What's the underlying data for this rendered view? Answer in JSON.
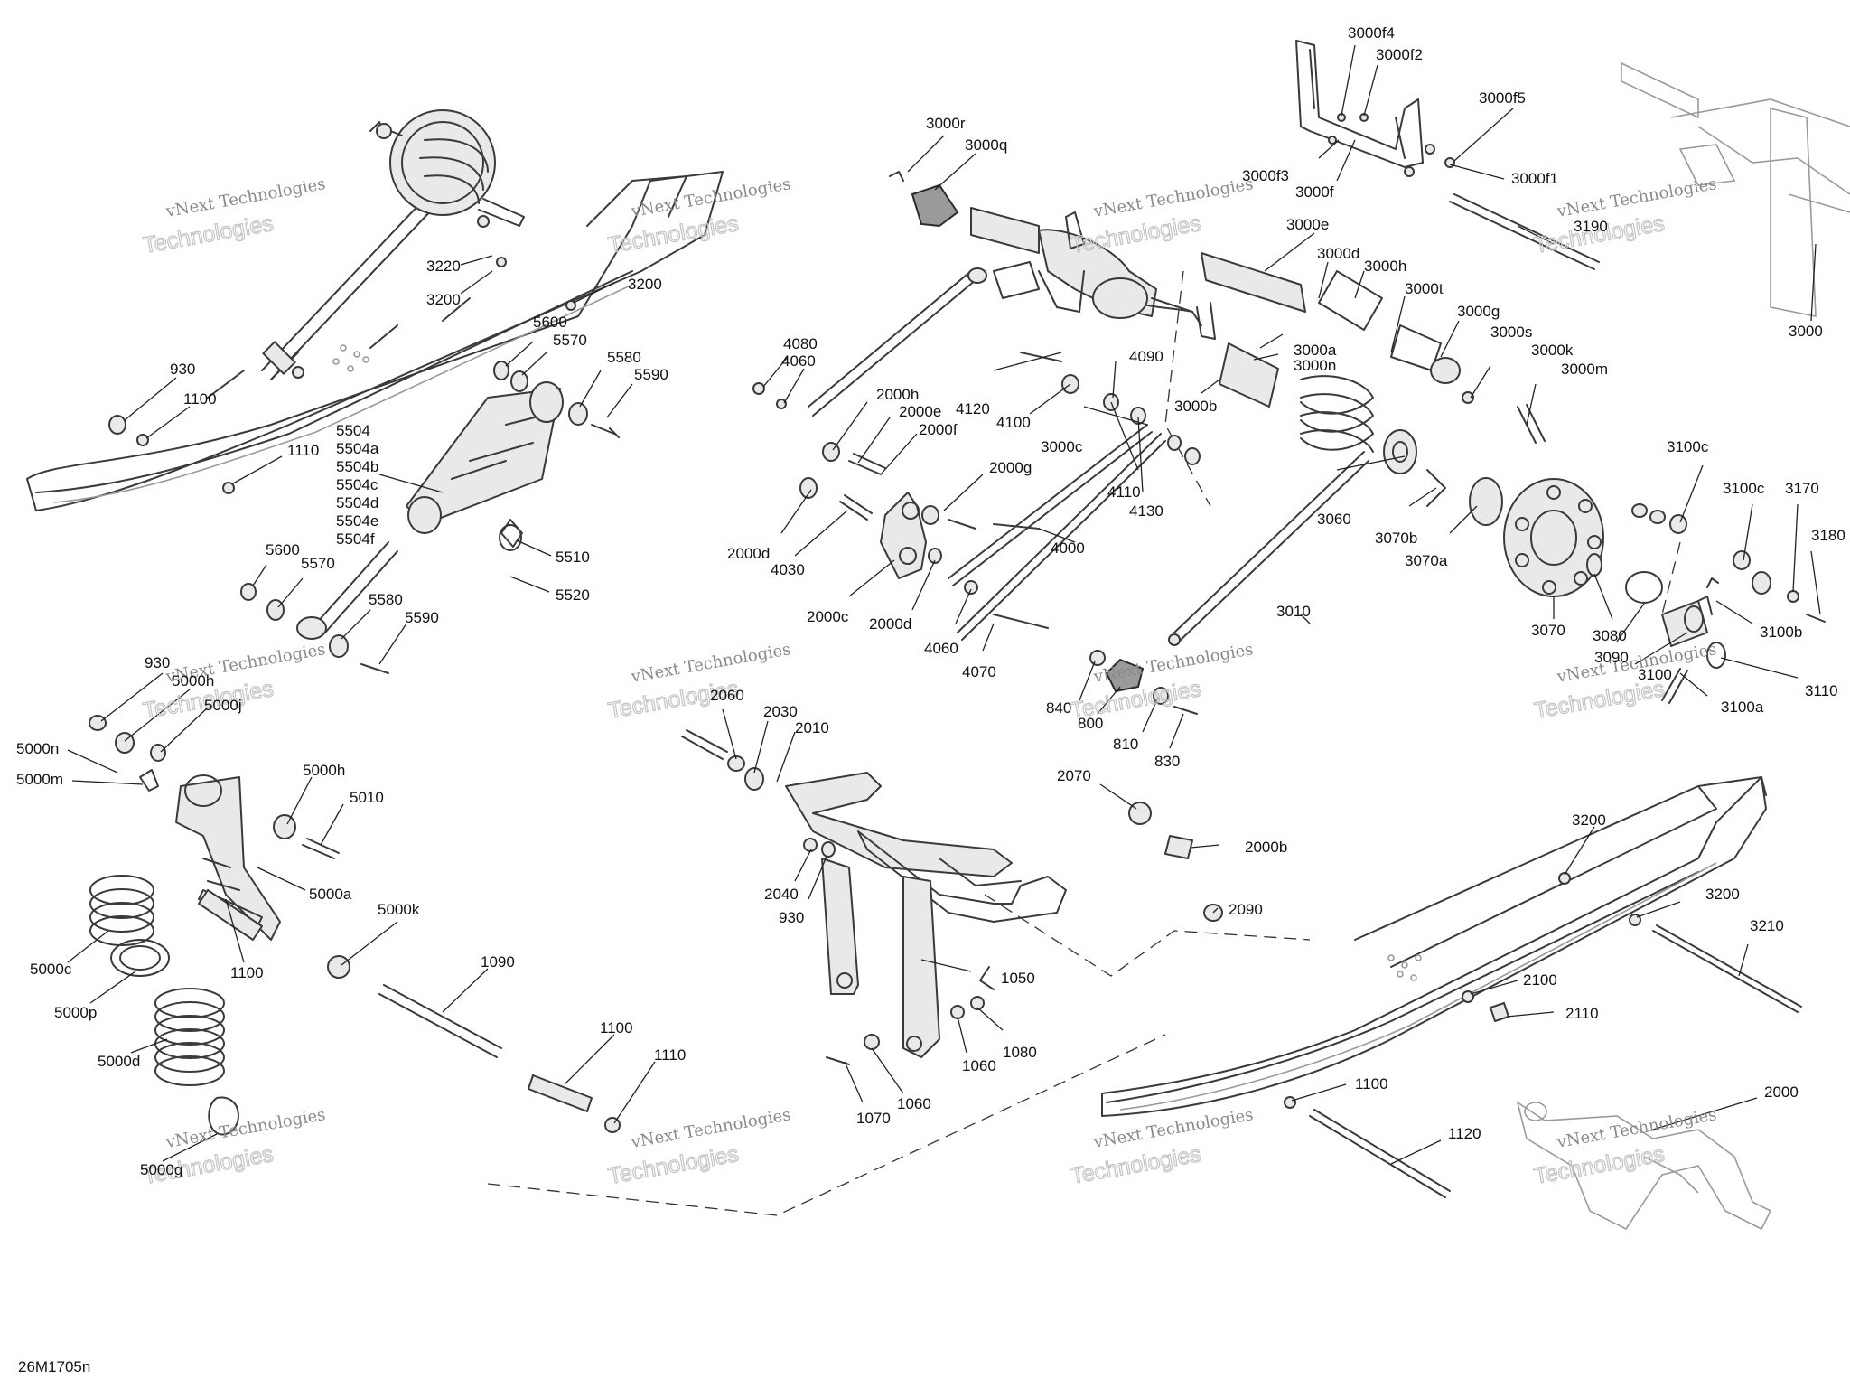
{
  "diagram": {
    "reference": "26M1705n",
    "watermark": {
      "line1": "vNext Technologies",
      "line2": "Technologies"
    },
    "callouts": [
      "3220",
      "3200",
      "3200",
      "930",
      "1100",
      "1110",
      "5600",
      "5570",
      "5580",
      "5590",
      "5504",
      "5504a",
      "5504b",
      "5504c",
      "5504d",
      "5504e",
      "5504f",
      "5510",
      "5520",
      "5600",
      "5570",
      "5580",
      "5590",
      "3000r",
      "3000q",
      "3000f4",
      "3000f2",
      "3000f5",
      "3000f3",
      "3000f",
      "3000f1",
      "3190",
      "3000",
      "3000e",
      "3000d",
      "3000h",
      "3000t",
      "3000g",
      "3000s",
      "3000k",
      "3000m",
      "3000a",
      "3000n",
      "3000b",
      "3000c",
      "4080",
      "4060",
      "4120",
      "4100",
      "4090",
      "2000h",
      "2000e",
      "2000f",
      "2000g",
      "2000d",
      "4030",
      "2000c",
      "2000d",
      "4110",
      "4130",
      "4000",
      "4060",
      "4070",
      "3060",
      "3070b",
      "3070a",
      "3070",
      "3080",
      "3090",
      "3100",
      "3100a",
      "3100c",
      "3100c",
      "3170",
      "3180",
      "3100b",
      "3110",
      "3010",
      "840",
      "800",
      "810",
      "830",
      "930",
      "5000h",
      "5000j",
      "5000n",
      "5000m",
      "5000h",
      "5010",
      "5000a",
      "5000k",
      "5000c",
      "5000p",
      "1100",
      "5000d",
      "5000g",
      "1090",
      "1100",
      "1110",
      "2060",
      "2030",
      "2010",
      "2040",
      "930",
      "1050",
      "1060",
      "1080",
      "1070",
      "1060",
      "2070",
      "2000b",
      "2090",
      "3200",
      "3200",
      "3210",
      "2100",
      "2110",
      "1100",
      "1120",
      "2000"
    ]
  }
}
